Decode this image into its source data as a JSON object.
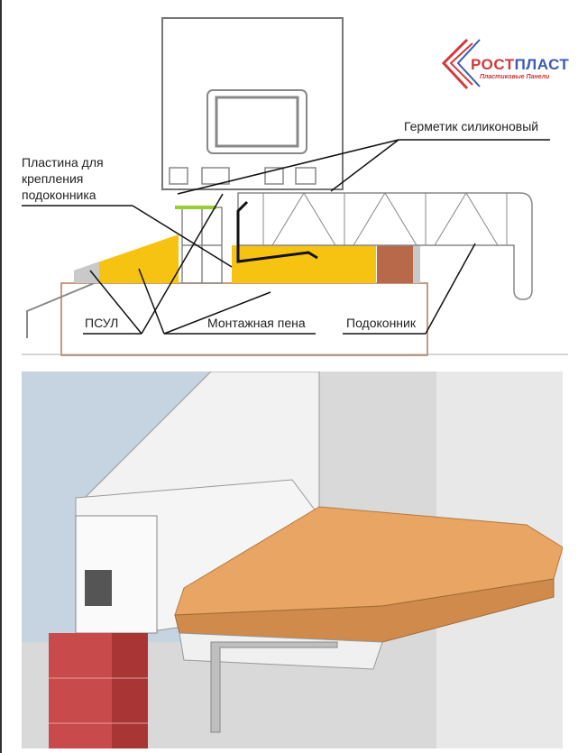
{
  "logo": {
    "name_part1": "РОСТ",
    "name_part2": "ПЛАСТ",
    "subtitle": "Пластиковые Панели",
    "colors": {
      "red": "#d23a3a",
      "blue": "#3b5bb5"
    }
  },
  "labels": {
    "sealant": "Герметик силиконовый",
    "plate_line1": "Пластина для",
    "plate_line2": "крепления",
    "plate_line3": "подоконника",
    "psul": "ПСУЛ",
    "foam": "Монтажная пена",
    "sill": "Подоконник"
  },
  "colors": {
    "foam": "#f7c313",
    "brick": "#b8694a",
    "wood": "#e8a564",
    "wall": "#d8d8d8"
  }
}
